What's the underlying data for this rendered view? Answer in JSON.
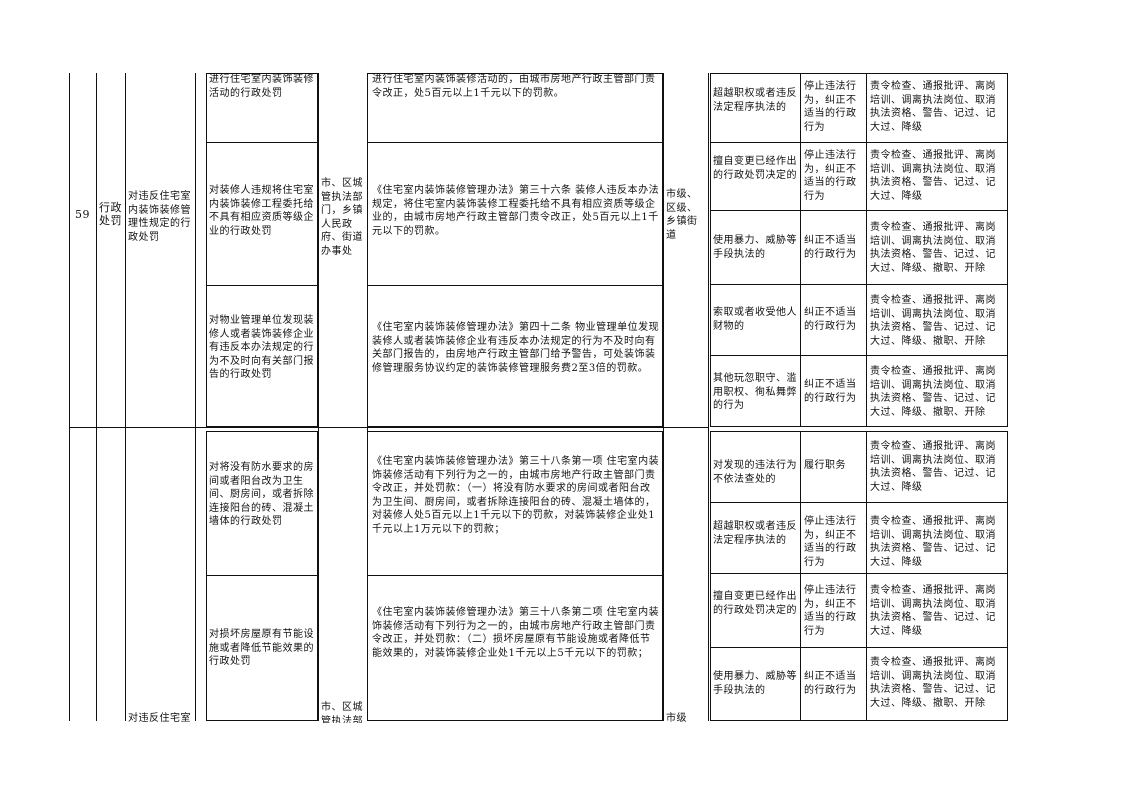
{
  "row59": {
    "number": "59",
    "category": "行政处罚",
    "item_name": "对违反住宅室内装饰装修管理性规定的行政处罚",
    "top_partial_sub": "进行住宅室内装饰装修活动的行政处罚",
    "top_partial_basis": "进行住宅室内装饰装修活动的，由城市房地产行政主管部门责令改正，处5百元以上1千元以下的罚款。",
    "sub1": "对装修人违规将住宅室内装饰装修工程委托给不具有相应资质等级企业的行政处罚",
    "basis1": "《住宅室内装饰装修管理办法》第三十六条 装修人违反本办法规定，将住宅室内装饰装修工程委托给不具有相应资质等级企业的，由城市房地产行政主管部门责令改正，处5百元以上1千元以下的罚款。",
    "sub2": "对物业管理单位发现装修人或者装饰装修企业有违反本办法规定的行为不及时向有关部门报告的行政处罚",
    "basis2": "《住宅室内装饰装修管理办法》第四十二条 物业管理单位发现装修人或者装饰装修企业有违反本办法规定的行为不及时向有关部门报告的，由房地产行政主管部门给予警告，可处装饰装修管理服务协议约定的装饰装修管理服务费2至3倍的罚款。",
    "subject": "市、区城管执法部门，乡镇人民政府、街道办事处",
    "level": "市级、区级、乡镇街道",
    "responsibility": [
      {
        "case": "超越职权或者违反法定程序执法的",
        "duty": "停止违法行为，纠正不适当的行政行为",
        "penalty": "责令检查、通报批评、离岗培训、调离执法岗位、取消执法资格、警告、记过、记大过、降级"
      },
      {
        "case": "擅自变更已经作出的行政处罚决定的",
        "duty": "停止违法行为，纠正不适当的行政行为",
        "penalty": "责令检查、通报批评、离岗培训、调离执法岗位、取消执法资格、警告、记过、记大过、降级"
      },
      {
        "case": "使用暴力、威胁等手段执法的",
        "duty": "纠正不适当的行政行为",
        "penalty": "责令检查、通报批评、离岗培训、调离执法岗位、取消执法资格、警告、记过、记大过、降级、撤职、开除"
      },
      {
        "case": "索取或者收受他人财物的",
        "duty": "纠正不适当的行政行为",
        "penalty": "责令检查、通报批评、离岗培训、调离执法岗位、取消执法资格、警告、记过、记大过、降级、撤职、开除"
      },
      {
        "case": "其他玩忽职守、滥用职权、徇私舞弊的行为",
        "duty": "纠正不适当的行政行为",
        "penalty": "责令检查、通报批评、离岗培训、调离执法岗位、取消执法资格、警告、记过、记大过、降级、撤职、开除"
      }
    ]
  },
  "row60": {
    "item_name_partial": "对违反住宅室",
    "sub1": "对将没有防水要求的房间或者阳台改为卫生间、厨房间，或者拆除连接阳台的砖、混凝土墙体的行政处罚",
    "basis1": "《住宅室内装饰装修管理办法》第三十八条第一项 住宅室内装饰装修活动有下列行为之一的，由城市房地产行政主管部门责令改正，并处罚款：（一）将没有防水要求的房间或者阳台改为卫生间、厨房间，或者拆除连接阳台的砖、混凝土墙体的，对装修人处5百元以上1千元以下的罚款，对装饰装修企业处1千元以上1万元以下的罚款；",
    "sub2": "对损坏房屋原有节能设施或者降低节能效果的行政处罚",
    "basis2": "《住宅室内装饰装修管理办法》第三十八条第二项 住宅室内装饰装修活动有下列行为之一的，由城市房地产行政主管部门责令改正，并处罚款：（二）损坏房屋原有节能设施或者降低节能效果的，对装饰装修企业处1千元以上5千元以下的罚款；",
    "subject_partial": "市、区城管执法部",
    "level_partial": "市级",
    "responsibility": [
      {
        "case": "对发现的违法行为不依法查处的",
        "duty": "履行职务",
        "penalty": "责令检查、通报批评、离岗培训、调离执法岗位、取消执法资格、警告、记过、记大过、降级"
      },
      {
        "case": "超越职权或者违反法定程序执法的",
        "duty": "停止违法行为，纠正不适当的行政行为",
        "penalty": "责令检查、通报批评、离岗培训、调离执法岗位、取消执法资格、警告、记过、记大过、降级"
      },
      {
        "case": "擅自变更已经作出的行政处罚决定的",
        "duty": "停止违法行为，纠正不适当的行政行为",
        "penalty": "责令检查、通报批评、离岗培训、调离执法岗位、取消执法资格、警告、记过、记大过、降级"
      },
      {
        "case": "使用暴力、威胁等手段执法的",
        "duty": "纠正不适当的行政行为",
        "penalty": "责令检查、通报批评、离岗培训、调离执法岗位、取消执法资格、警告、记过、记大过、降级、撤职、开除"
      }
    ]
  }
}
